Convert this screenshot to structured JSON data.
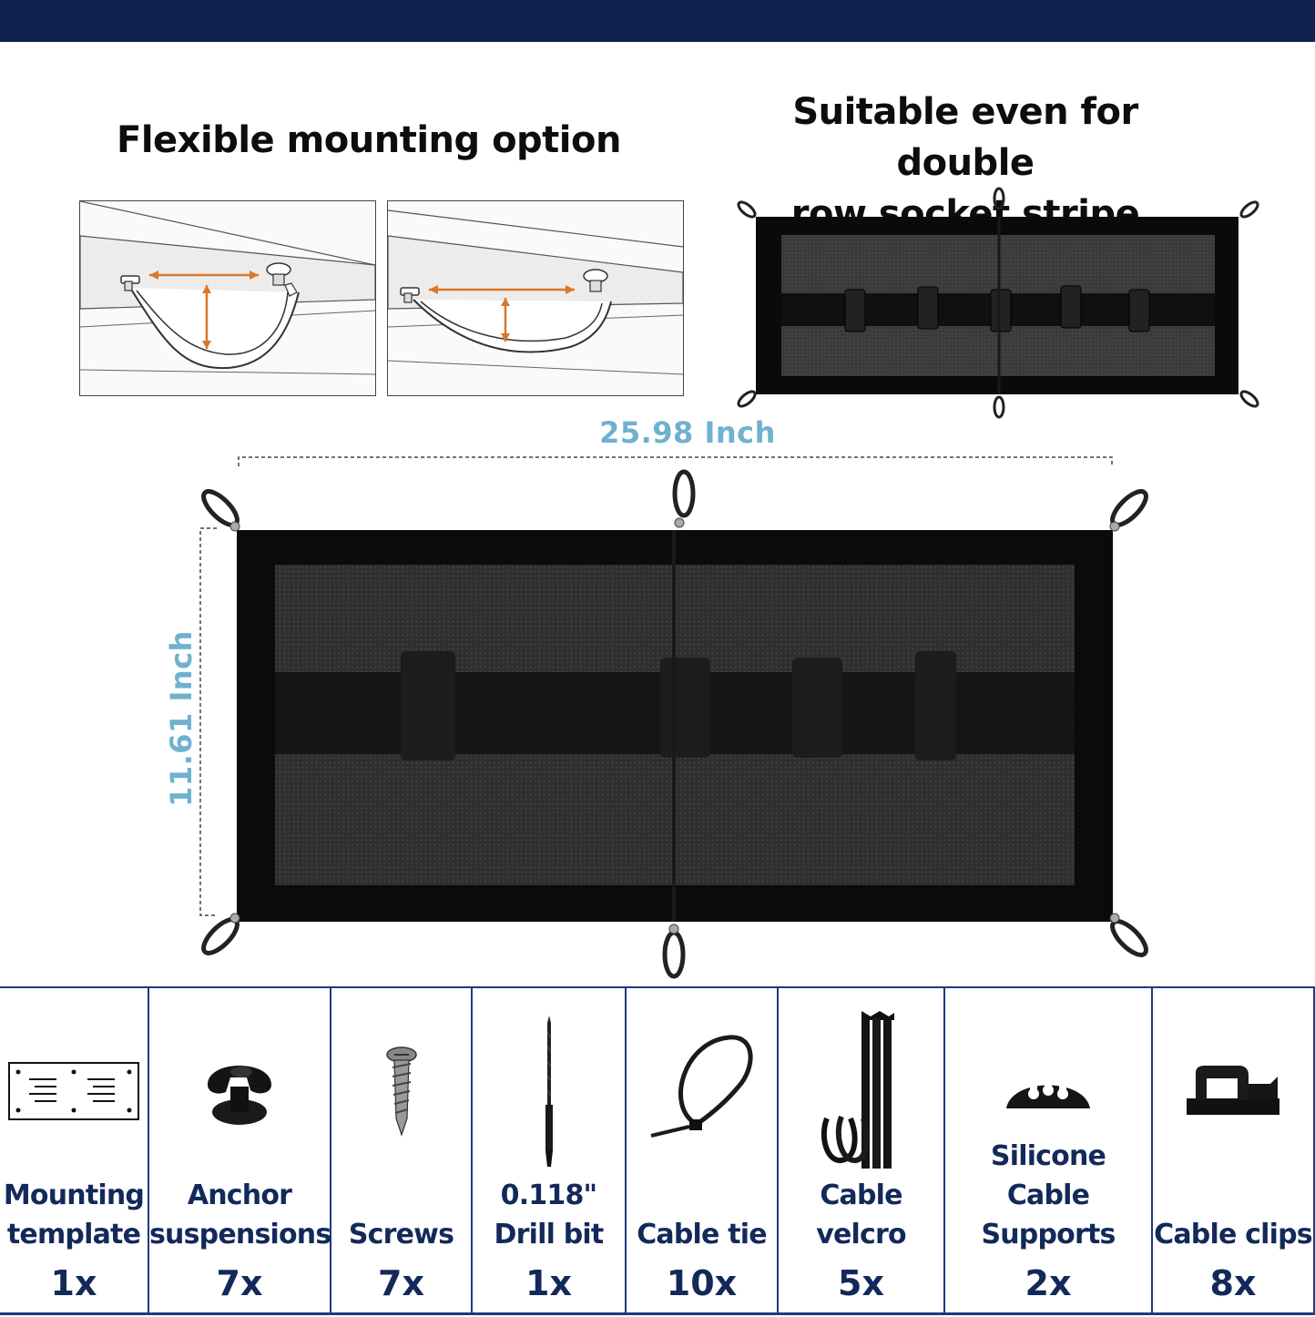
{
  "headings": {
    "mounting": "Flexible mounting option",
    "suitable": [
      "Suitable even for double",
      "row socket stripe"
    ]
  },
  "dimensions": {
    "width": "25.98 Inch",
    "height": "11.61 Inch"
  },
  "colors": {
    "top_bar": "#0f2350",
    "accent_text": "#13295a",
    "dimension_text": "#6fb1cf",
    "arrow": "#d9772a"
  },
  "items": [
    {
      "label": [
        "Mounting",
        "template"
      ],
      "qty": "1x",
      "icon": "mounting-template-icon"
    },
    {
      "label": [
        "Anchor",
        "suspensions"
      ],
      "qty": "7x",
      "icon": "anchor-icon"
    },
    {
      "label": [
        "Screws"
      ],
      "qty": "7x",
      "icon": "screw-icon"
    },
    {
      "label": [
        "0.118\"",
        "Drill bit"
      ],
      "qty": "1x",
      "icon": "drill-bit-icon"
    },
    {
      "label": [
        "Cable tie"
      ],
      "qty": "10x",
      "icon": "cable-tie-icon"
    },
    {
      "label": [
        "Cable velcro"
      ],
      "qty": "5x",
      "icon": "velcro-icon"
    },
    {
      "label": [
        "Silicone Cable",
        "Supports"
      ],
      "qty": "2x",
      "icon": "cable-support-icon"
    },
    {
      "label": [
        "Cable clips"
      ],
      "qty": "8x",
      "icon": "cable-clip-icon"
    }
  ]
}
